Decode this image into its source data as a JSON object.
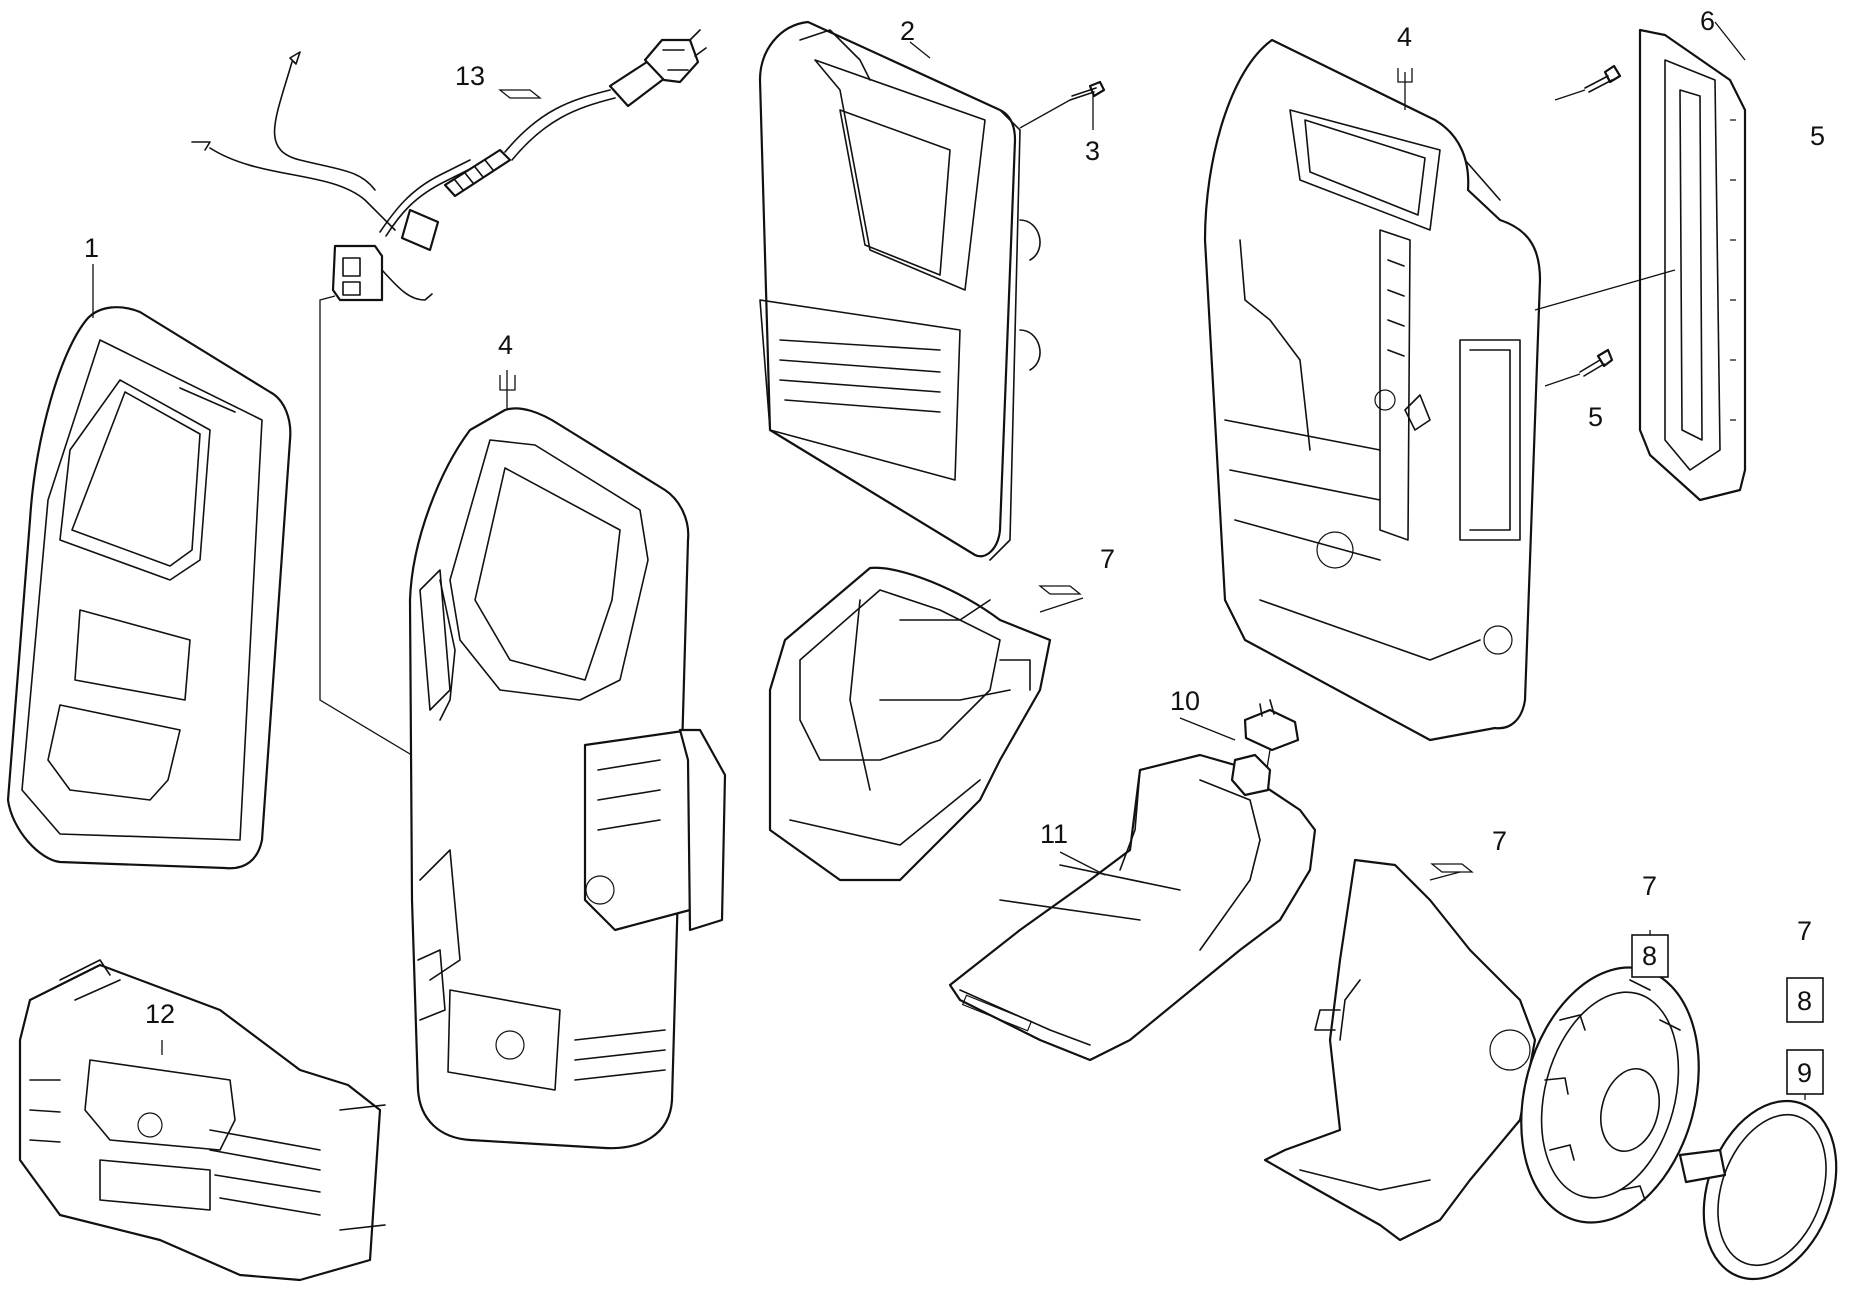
{
  "callouts": {
    "c1": "1",
    "c2": "2",
    "c3": "3",
    "c4a": "4",
    "c4b": "4",
    "c5a": "5",
    "c5b": "5",
    "c6": "6",
    "c7a": "7",
    "c7b": "7",
    "c7c": "7",
    "c7d": "7",
    "c8a": "8",
    "c8b": "8",
    "c9": "9",
    "c10": "10",
    "c11": "11",
    "c12": "12",
    "c13": "13"
  }
}
